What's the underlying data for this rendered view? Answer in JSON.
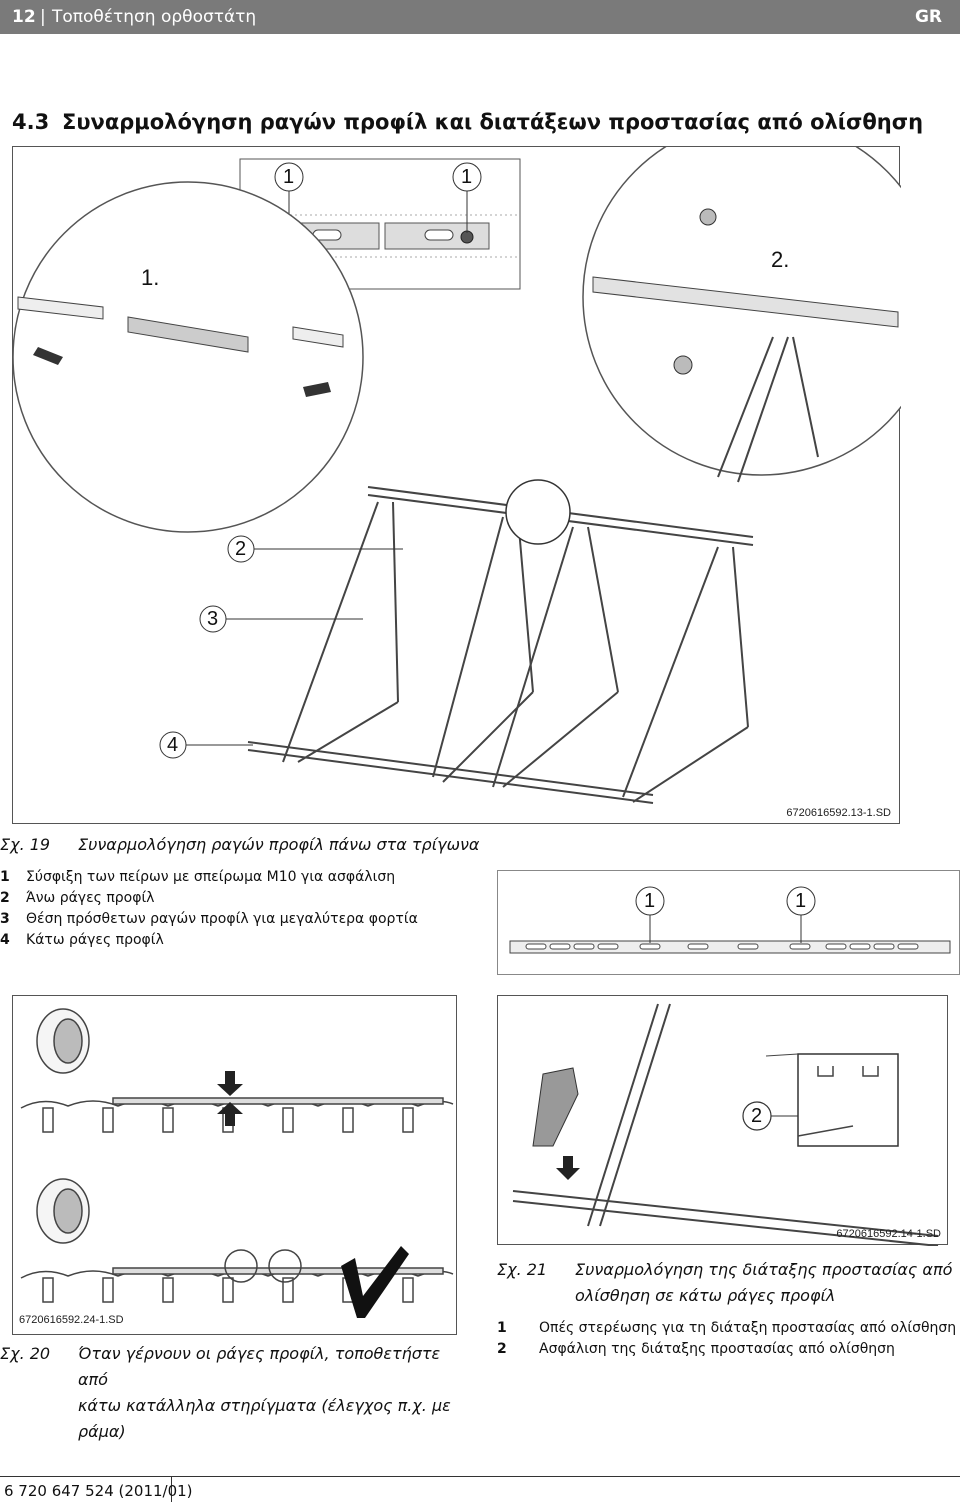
{
  "header": {
    "page_number": "12",
    "separator": "|",
    "title": "Τοποθέτηση ορθοστάτη",
    "language": "GR"
  },
  "section": {
    "number": "4.3",
    "title": "Συναρμολόγηση ραγών προφίλ και διατάξεων προστασίας από ολίσθηση"
  },
  "figure19": {
    "code": "6720616592.13-1.SD",
    "step_labels": [
      "1.",
      "2."
    ],
    "callouts": [
      "1",
      "1",
      "2",
      "3",
      "4"
    ],
    "caption_number": "Σχ. 19",
    "caption_text": "Συναρμολόγηση ραγών προφίλ πάνω στα τρίγωνα",
    "legend": [
      {
        "key": "1",
        "text": "Σύσφιξη των πείρων με σπείρωμα M10 για ασφάλιση"
      },
      {
        "key": "2",
        "text": "Άνω ράγες προφίλ"
      },
      {
        "key": "3",
        "text": "Θέση πρόσθετων ραγών προφίλ για μεγαλύτερα φορτία"
      },
      {
        "key": "4",
        "text": "Κάτω ράγες προφίλ"
      }
    ]
  },
  "rail_detail": {
    "callouts": [
      "1",
      "1"
    ]
  },
  "figure20": {
    "code": "6720616592.24-1.SD",
    "caption_number": "Σχ. 20",
    "caption_line1": "Όταν γέρνουν οι ράγες προφίλ, τοποθετήστε από",
    "caption_line2": "κάτω κατάλληλα στηρίγματα (έλεγχος π.χ. με",
    "caption_line3": "ράμα)"
  },
  "figure21": {
    "code": "6720616592.14-1.SD",
    "callout": "2",
    "caption_number": "Σχ. 21",
    "caption_line1": "Συναρμολόγηση της διάταξης προστασίας από",
    "caption_line2": "ολίσθηση σε κάτω ράγες προφίλ",
    "legend": [
      {
        "key": "1",
        "text": "Οπές στερέωσης για τη διάταξη προστασίας από ολίσθηση"
      },
      {
        "key": "2",
        "text": "Ασφάλιση της διάταξης προστασίας από ολίσθηση"
      }
    ]
  },
  "footer": {
    "doc_code": "6 720 647 524 (2011/01)"
  }
}
